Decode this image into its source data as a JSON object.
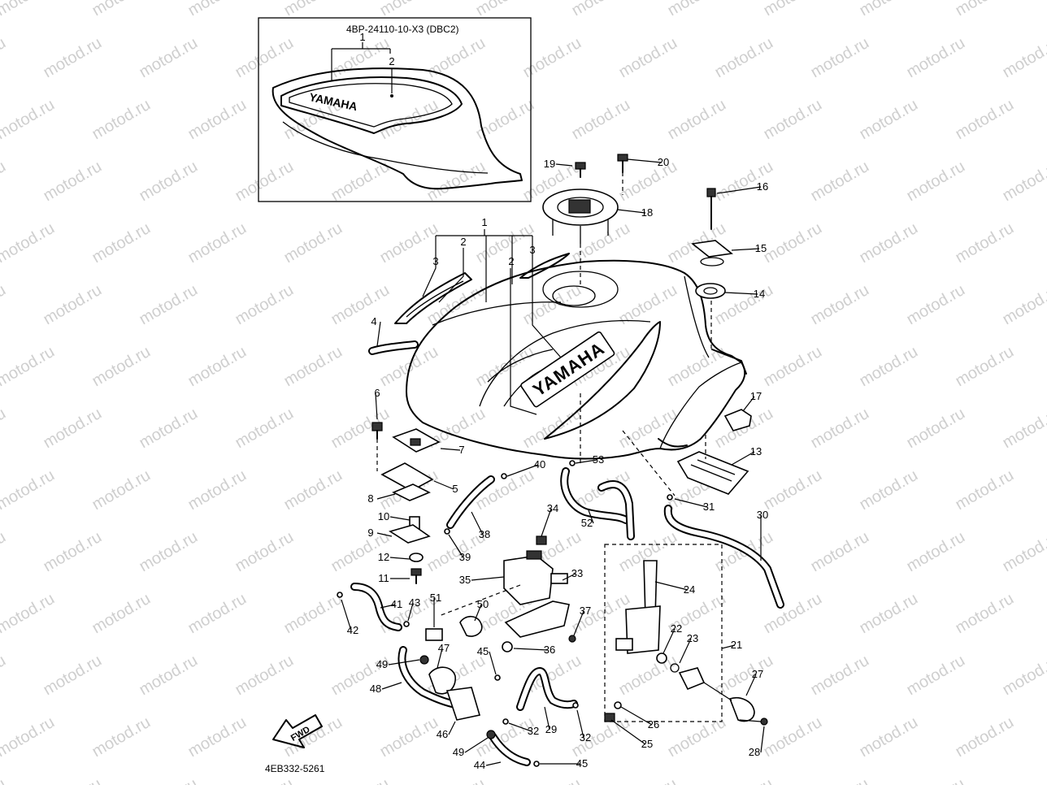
{
  "inset_code": "4BP-24110-10-X3 (DBC2)",
  "diagram_code": "4EB332-5261",
  "brand_tank": "YAMAHA",
  "brand_inset": "YAMAHA",
  "fwd_label": "FWD",
  "watermark": "motod.ru",
  "callouts": [
    {
      "id": "1",
      "label": "1"
    },
    {
      "id": "2",
      "label": "2"
    },
    {
      "id": "3",
      "label": "3"
    },
    {
      "id": "4",
      "label": "4"
    },
    {
      "id": "5",
      "label": "5"
    },
    {
      "id": "6",
      "label": "6"
    },
    {
      "id": "7",
      "label": "7"
    },
    {
      "id": "8",
      "label": "8"
    },
    {
      "id": "9",
      "label": "9"
    },
    {
      "id": "10",
      "label": "10"
    },
    {
      "id": "11",
      "label": "11"
    },
    {
      "id": "12",
      "label": "12"
    },
    {
      "id": "13",
      "label": "13"
    },
    {
      "id": "14",
      "label": "14"
    },
    {
      "id": "15",
      "label": "15"
    },
    {
      "id": "16",
      "label": "16"
    },
    {
      "id": "17",
      "label": "17"
    },
    {
      "id": "18",
      "label": "18"
    },
    {
      "id": "19",
      "label": "19"
    },
    {
      "id": "20",
      "label": "20"
    },
    {
      "id": "21",
      "label": "21"
    },
    {
      "id": "22",
      "label": "22"
    },
    {
      "id": "23",
      "label": "23"
    },
    {
      "id": "24",
      "label": "24"
    },
    {
      "id": "25",
      "label": "25"
    },
    {
      "id": "26",
      "label": "26"
    },
    {
      "id": "27",
      "label": "27"
    },
    {
      "id": "28",
      "label": "28"
    },
    {
      "id": "29",
      "label": "29"
    },
    {
      "id": "30",
      "label": "30"
    },
    {
      "id": "31",
      "label": "31"
    },
    {
      "id": "32",
      "label": "32"
    },
    {
      "id": "33",
      "label": "33"
    },
    {
      "id": "34",
      "label": "34"
    },
    {
      "id": "35",
      "label": "35"
    },
    {
      "id": "36",
      "label": "36"
    },
    {
      "id": "37",
      "label": "37"
    },
    {
      "id": "38",
      "label": "38"
    },
    {
      "id": "39",
      "label": "39"
    },
    {
      "id": "40",
      "label": "40"
    },
    {
      "id": "41",
      "label": "41"
    },
    {
      "id": "42",
      "label": "42"
    },
    {
      "id": "43",
      "label": "43"
    },
    {
      "id": "44",
      "label": "44"
    },
    {
      "id": "45",
      "label": "45"
    },
    {
      "id": "46",
      "label": "46"
    },
    {
      "id": "47",
      "label": "47"
    },
    {
      "id": "48",
      "label": "48"
    },
    {
      "id": "49",
      "label": "49"
    },
    {
      "id": "50",
      "label": "50"
    },
    {
      "id": "51",
      "label": "51"
    },
    {
      "id": "52",
      "label": "52"
    },
    {
      "id": "53",
      "label": "53"
    }
  ]
}
